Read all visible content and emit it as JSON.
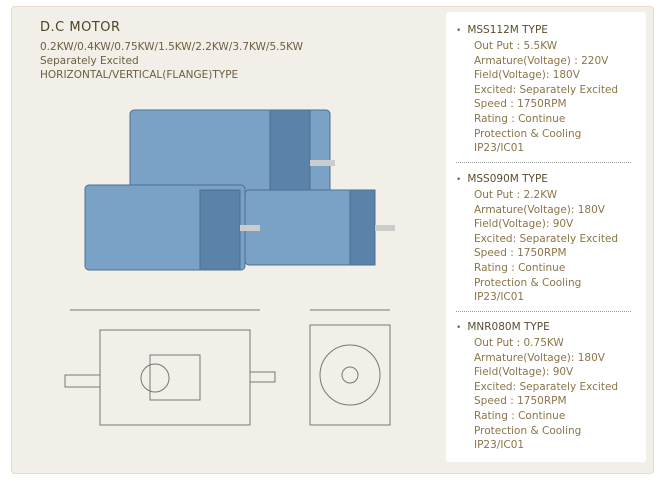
{
  "title": "D.C MOTOR",
  "lines": [
    "0.2KW/0.4KW/0.75KW/1.5KW/2.2KW/3.7KW/5.5KW",
    "Separately Excited",
    "HORIZONTAL/VERTICAL(FLANGE)TYPE"
  ],
  "types": [
    {
      "name": "MSS112M TYPE",
      "specs": [
        "Out Put : 5.5KW",
        "Armature(Voltage) : 220V",
        "Field(Voltage): 180V",
        "Excited: Separately Excited",
        "Speed : 1750RPM",
        "Rating : Continue",
        "Protection & Cooling",
        "IP23/IC01"
      ]
    },
    {
      "name": "MSS090M TYPE",
      "specs": [
        "Out Put : 2.2KW",
        "Armature(Voltage): 180V",
        "Field(Voltage): 90V",
        "Excited: Separately Excited",
        "Speed : 1750RPM",
        "Rating : Continue",
        "Protection & Cooling",
        "IP23/IC01"
      ]
    },
    {
      "name": "MNR080M TYPE",
      "specs": [
        "Out Put : 0.75KW",
        "Armature(Voltage): 180V",
        "Field(Voltage): 90V",
        "Excited: Separately Excited",
        "Speed : 1750RPM",
        "Rating : Continue",
        "Protection & Cooling",
        "IP23/IC01"
      ]
    }
  ],
  "colors": {
    "motor": "#6f9ac0",
    "bg": "#f1efe7"
  }
}
